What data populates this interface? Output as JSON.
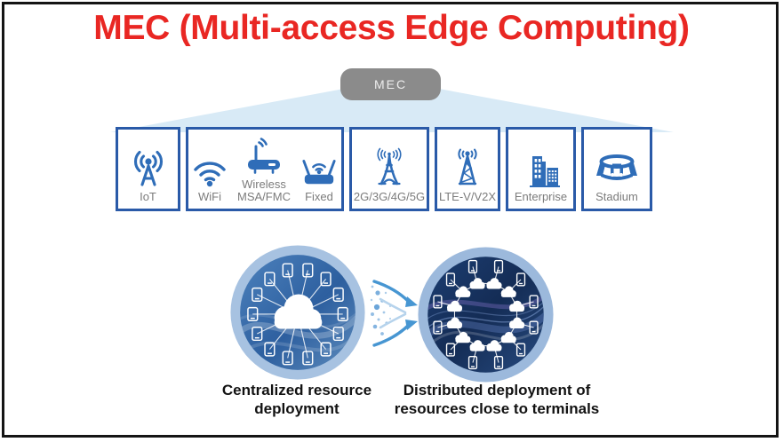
{
  "slide": {
    "title": "MEC (Multi-access Edge Computing)",
    "mec_label": "MEC"
  },
  "access_row": {
    "boxes": [
      {
        "name": "iot",
        "items": [
          {
            "icon": "iot-antenna-icon",
            "label": "IoT"
          }
        ]
      },
      {
        "name": "wifi-wireless-fixed",
        "items": [
          {
            "icon": "wifi-icon",
            "label": "WiFi"
          },
          {
            "icon": "wireless-router-icon",
            "label": "Wireless",
            "label2": "MSA/FMC"
          },
          {
            "icon": "fixed-router-icon",
            "label": "Fixed"
          }
        ]
      },
      {
        "name": "cellular",
        "items": [
          {
            "icon": "cellular-tower-icon",
            "label": "2G/3G/4G/5G"
          }
        ]
      },
      {
        "name": "lte",
        "items": [
          {
            "icon": "lte-tower-icon",
            "label": "LTE-V/V2X"
          }
        ]
      },
      {
        "name": "enterprise",
        "items": [
          {
            "icon": "enterprise-buildings-icon",
            "label": "Enterprise"
          }
        ]
      },
      {
        "name": "stadium",
        "items": [
          {
            "icon": "stadium-icon",
            "label": "Stadium"
          }
        ]
      }
    ]
  },
  "comparison": {
    "left_caption": {
      "line1": "Centralized resource",
      "line2": "deployment"
    },
    "right_caption": {
      "line1": "Distributed deployment of",
      "line2": "resources close to terminals"
    }
  },
  "colors": {
    "title_red": "#e92723",
    "box_border_blue": "#2a5aa8",
    "icon_blue": "#2f6db8",
    "label_gray": "#7c7c7c",
    "mec_node_gray": "#8b8b8b",
    "fan_light_blue": "#d8eaf6",
    "circle_ring_blue": "#a7c2e1",
    "arrow_blue": "#4796d2"
  }
}
